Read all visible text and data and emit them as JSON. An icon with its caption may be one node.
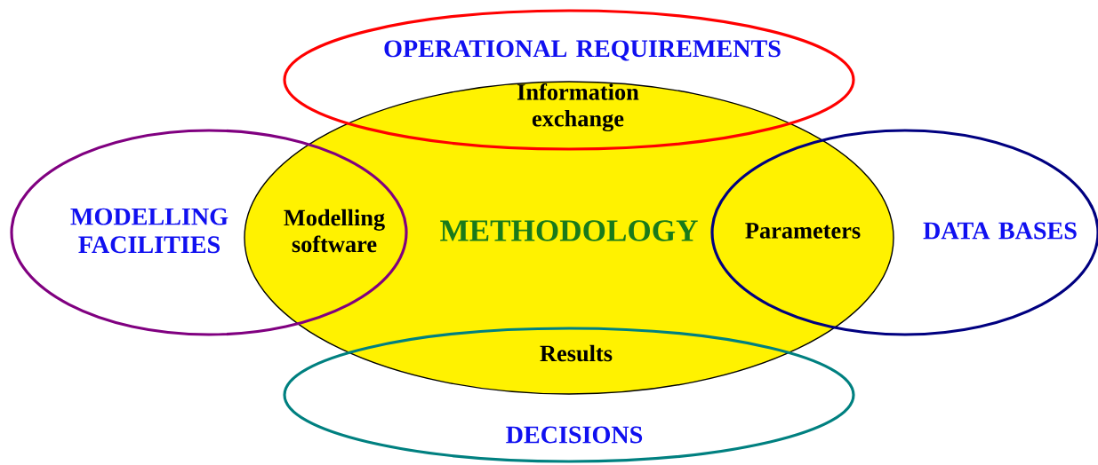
{
  "diagram": {
    "nodes": [
      {
        "text": [
          "METHODOLOGY"
        ]
      },
      {
        "text": [
          "OPERATIONAL REQUIREMENTS"
        ]
      },
      {
        "text": [
          "MODELLING FACILITIES"
        ]
      },
      {
        "text": [
          "DATA BASES"
        ]
      },
      {
        "text": [
          "DECISIONS"
        ]
      }
    ],
    "labels": [
      "Information exchange",
      "Modelling software",
      "Parameters",
      "Results"
    ]
  }
}
